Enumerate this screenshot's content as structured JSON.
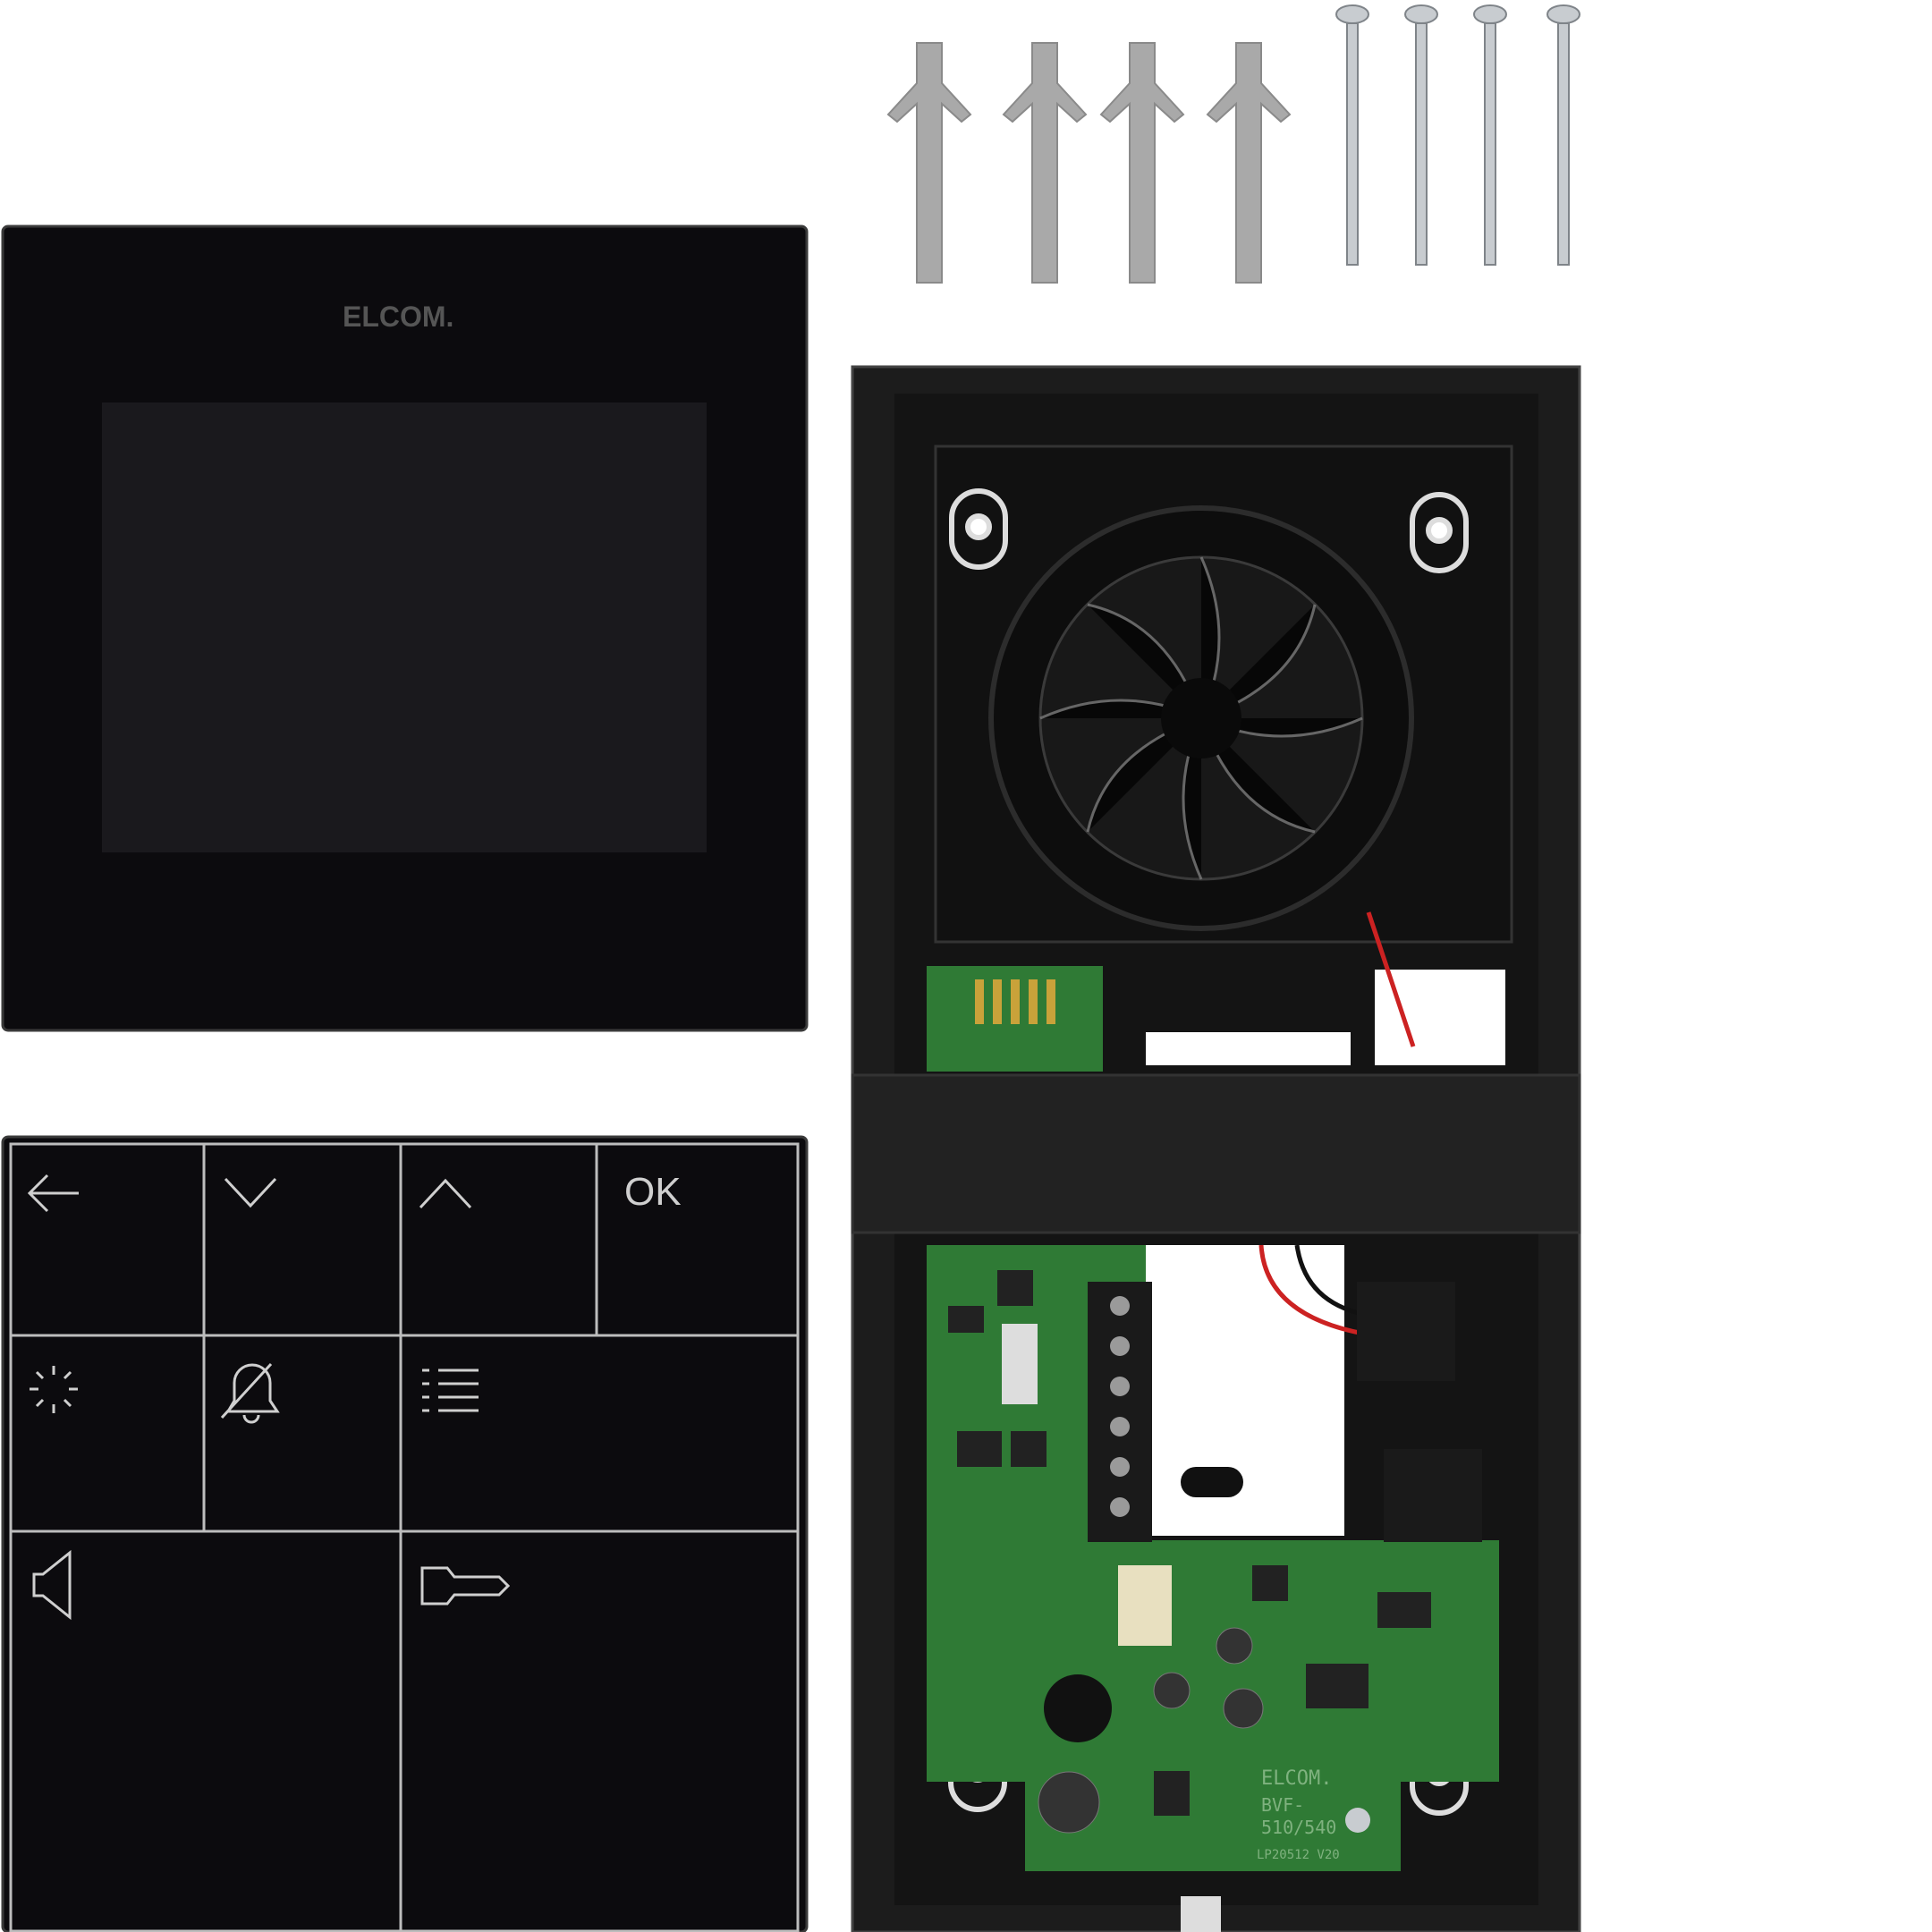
{
  "monitor": {
    "brand": "ELCOM."
  },
  "keypad": {
    "keys": [
      {
        "icon": "arrow-left-icon"
      },
      {
        "icon": "chevron-down-icon"
      },
      {
        "icon": "chevron-up-icon"
      },
      {
        "label": "OK"
      },
      {
        "icon": "light-icon"
      },
      {
        "icon": "bell-muted-icon"
      },
      {
        "icon": "list-icon"
      },
      {
        "icon": "speaker-icon"
      },
      {
        "icon": "key-icon"
      }
    ]
  },
  "door_station": {
    "pcb_brand": "ELCOM.",
    "pcb_model_line1": "BVF-",
    "pcb_model_line2": "510/540",
    "pcb_code": "LP20512 V20"
  },
  "colors": {
    "panel": "#0c0b0e",
    "line": "#bdbdbd",
    "pcb": "#2f7a35",
    "housing": "#1c1c1c"
  }
}
